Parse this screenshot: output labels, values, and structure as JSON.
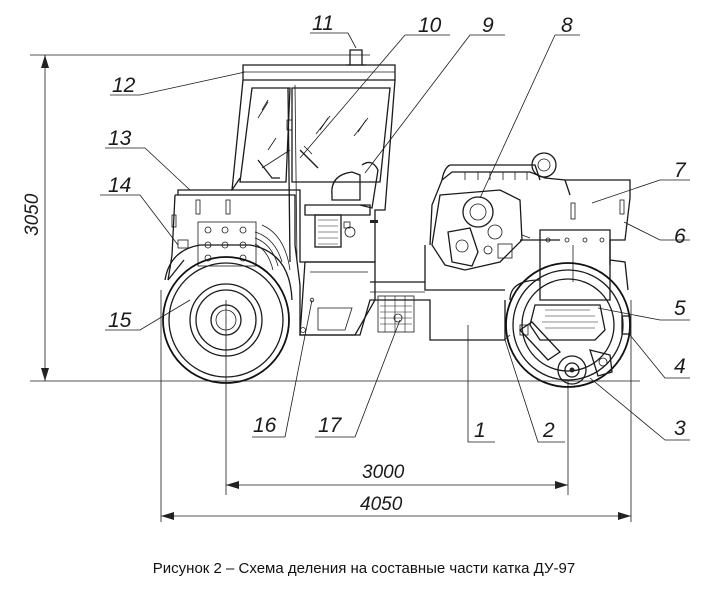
{
  "caption": "Рисунок 2 – Схема деления на составные части катка ДУ-97",
  "dimensions": {
    "height": "3050",
    "wheelbase": "3000",
    "length": "4050"
  },
  "callouts": [
    "1",
    "2",
    "3",
    "4",
    "5",
    "6",
    "7",
    "8",
    "9",
    "10",
    "11",
    "12",
    "13",
    "14",
    "15",
    "16",
    "17"
  ]
}
